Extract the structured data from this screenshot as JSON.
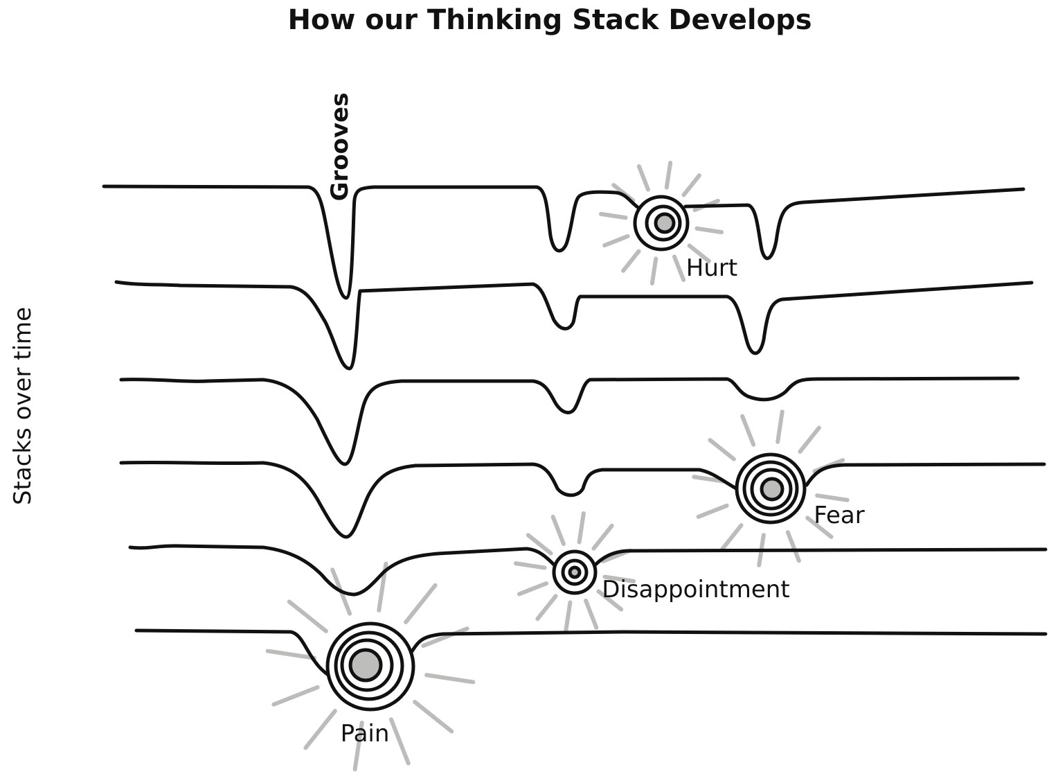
{
  "title": "How our Thinking Stack Develops",
  "axis_label": "Stacks over time",
  "groove_label": "Grooves",
  "events": [
    {
      "label": "Hurt"
    },
    {
      "label": "Fear"
    },
    {
      "label": "Disappointment"
    },
    {
      "label": "Pain"
    }
  ],
  "colors": {
    "line": "#111111",
    "ray": "#bcbcba",
    "core": "#bdbdbb"
  }
}
